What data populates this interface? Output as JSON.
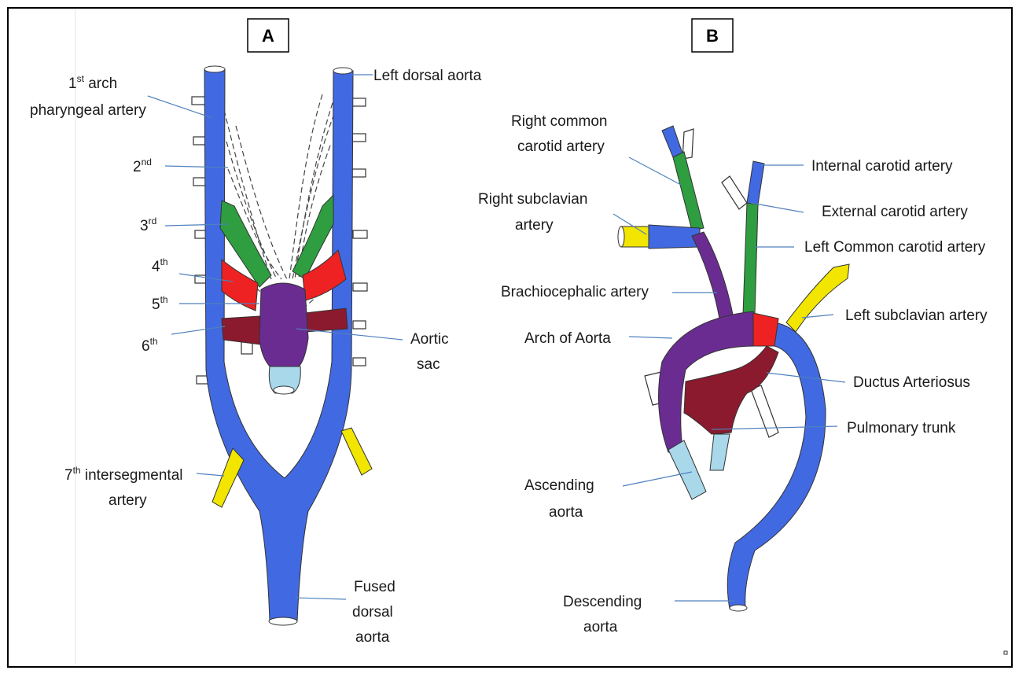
{
  "panels": {
    "a": "A",
    "b": "B"
  },
  "labels_a": {
    "first_arch_num": "1",
    "first_arch_sup": "st",
    "first_arch_word": " arch",
    "first_arch_line2": "pharyngeal artery",
    "left_dorsal_aorta": "Left dorsal aorta",
    "second_num": "2",
    "second_sup": "nd",
    "third_num": "3",
    "third_sup": "rd",
    "fourth_num": "4",
    "fourth_sup": "th",
    "fifth_num": "5",
    "fifth_sup": "th",
    "sixth_num": "6",
    "sixth_sup": "th",
    "aortic_sac_line1": "Aortic",
    "aortic_sac_line2": "sac",
    "seventh_num": "7",
    "seventh_sup": "th",
    "seventh_word": " intersegmental",
    "seventh_line2": "artery",
    "fused_line1": "Fused",
    "fused_line2": "dorsal",
    "fused_line3": "aorta"
  },
  "labels_b": {
    "right_common_carotid_line1": "Right common",
    "right_common_carotid_line2": "carotid artery",
    "internal_carotid": "Internal carotid artery",
    "right_subclavian_line1": "Right subclavian",
    "right_subclavian_line2": "artery",
    "external_carotid": "External carotid artery",
    "left_common_carotid": "Left Common carotid artery",
    "brachiocephalic": "Brachiocephalic artery",
    "left_subclavian": "Left subclavian artery",
    "arch_of_aorta": "Arch of Aorta",
    "ductus_arteriosus": "Ductus Arteriosus",
    "pulmonary_trunk": "Pulmonary trunk",
    "ascending_line1": "Ascending",
    "ascending_line2": "aorta",
    "descending_line1": "Descending",
    "descending_line2": "aorta"
  },
  "colors": {
    "dorsal_aorta": "#4169e1",
    "third_arch": "#2e9e40",
    "fourth_arch": "#ee2222",
    "sixth_arch": "#8b1a2e",
    "aortic_sac": "#6a2c91",
    "aortic_root": "#a8d8ea",
    "intersegmental": "#f2e600",
    "leader": "#4f81bd"
  }
}
